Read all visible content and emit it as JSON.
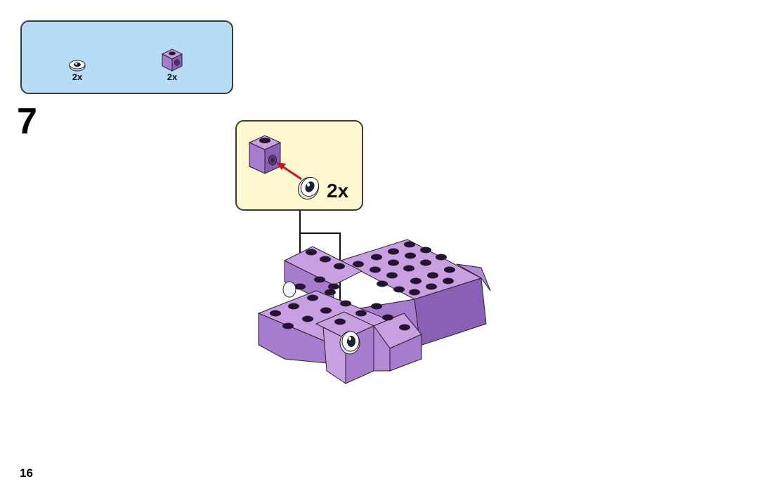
{
  "parts_list": {
    "items": [
      {
        "icon": "eye-tile-icon",
        "qty": "2x"
      },
      {
        "icon": "purple-brick-1x1-icon",
        "qty": "2x"
      }
    ]
  },
  "step": {
    "number": "7",
    "callout_qty": "2x"
  },
  "page_number": "16",
  "colors": {
    "parts_bg": "#b7dcf5",
    "callout_bg": "#fff7cf",
    "brick_light": "#c89fe0",
    "brick_mid": "#a77cce",
    "brick_dark": "#8a5fb6",
    "stud": "#241430",
    "arrow_red": "#c8161d"
  }
}
